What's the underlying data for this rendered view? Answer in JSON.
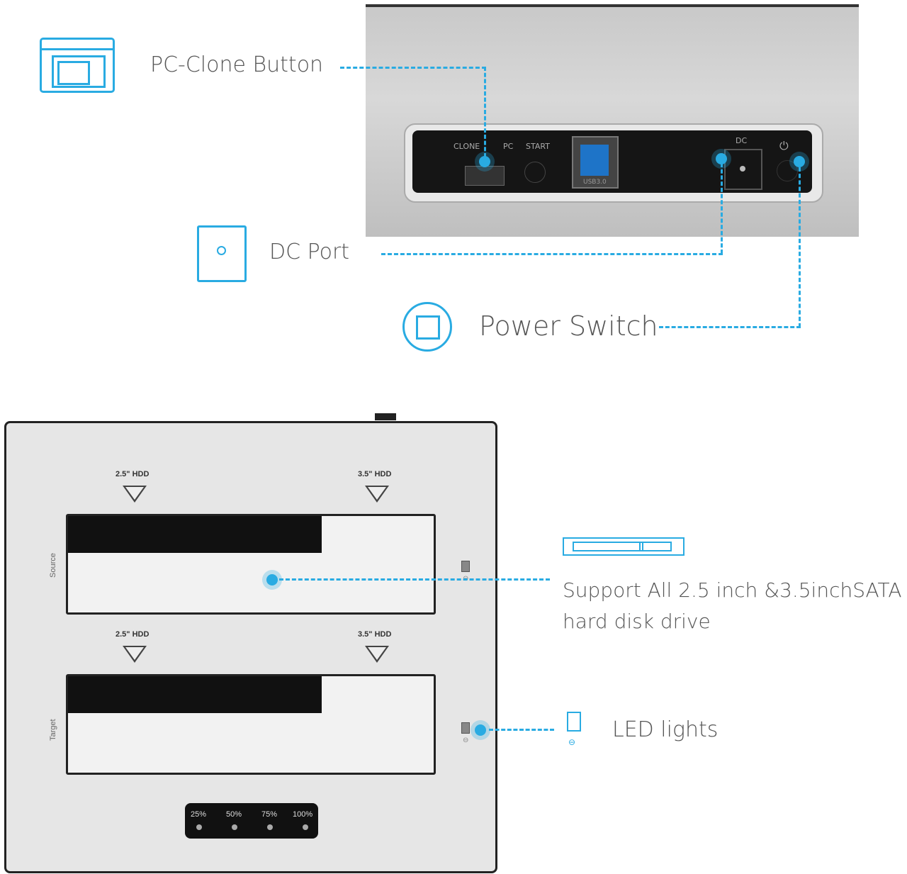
{
  "callouts": {
    "pc_clone": "PC-Clone Button",
    "dc_port": "DC  Port",
    "power_switch": "Power Switch",
    "sata_support_line1": "Support All 2.5 inch &3.5inchSATA",
    "sata_support_line2": "hard disk drive",
    "led_lights": "LED lights"
  },
  "back_panel": {
    "clone_label": "CLONE",
    "pc_label": "PC",
    "start_label": "START",
    "usb_label": "USB3.0",
    "dc_label": "DC"
  },
  "top_panel": {
    "bay_top": {
      "left_size": "2.5\" HDD",
      "right_size": "3.5\" HDD",
      "side_label": "Source"
    },
    "bay_bottom": {
      "left_size": "2.5\" HDD",
      "right_size": "3.5\" HDD",
      "side_label": "Target"
    },
    "progress_labels": [
      "25%",
      "50%",
      "75%",
      "100%"
    ]
  },
  "colors": {
    "accent": "#29abe2",
    "text": "#555555",
    "device_silver": "#d6d6d6",
    "panel_black": "#111111"
  },
  "icons": [
    "clone-switch-icon",
    "dc-port-icon",
    "power-switch-icon",
    "sata-drive-icon",
    "led-icon"
  ]
}
